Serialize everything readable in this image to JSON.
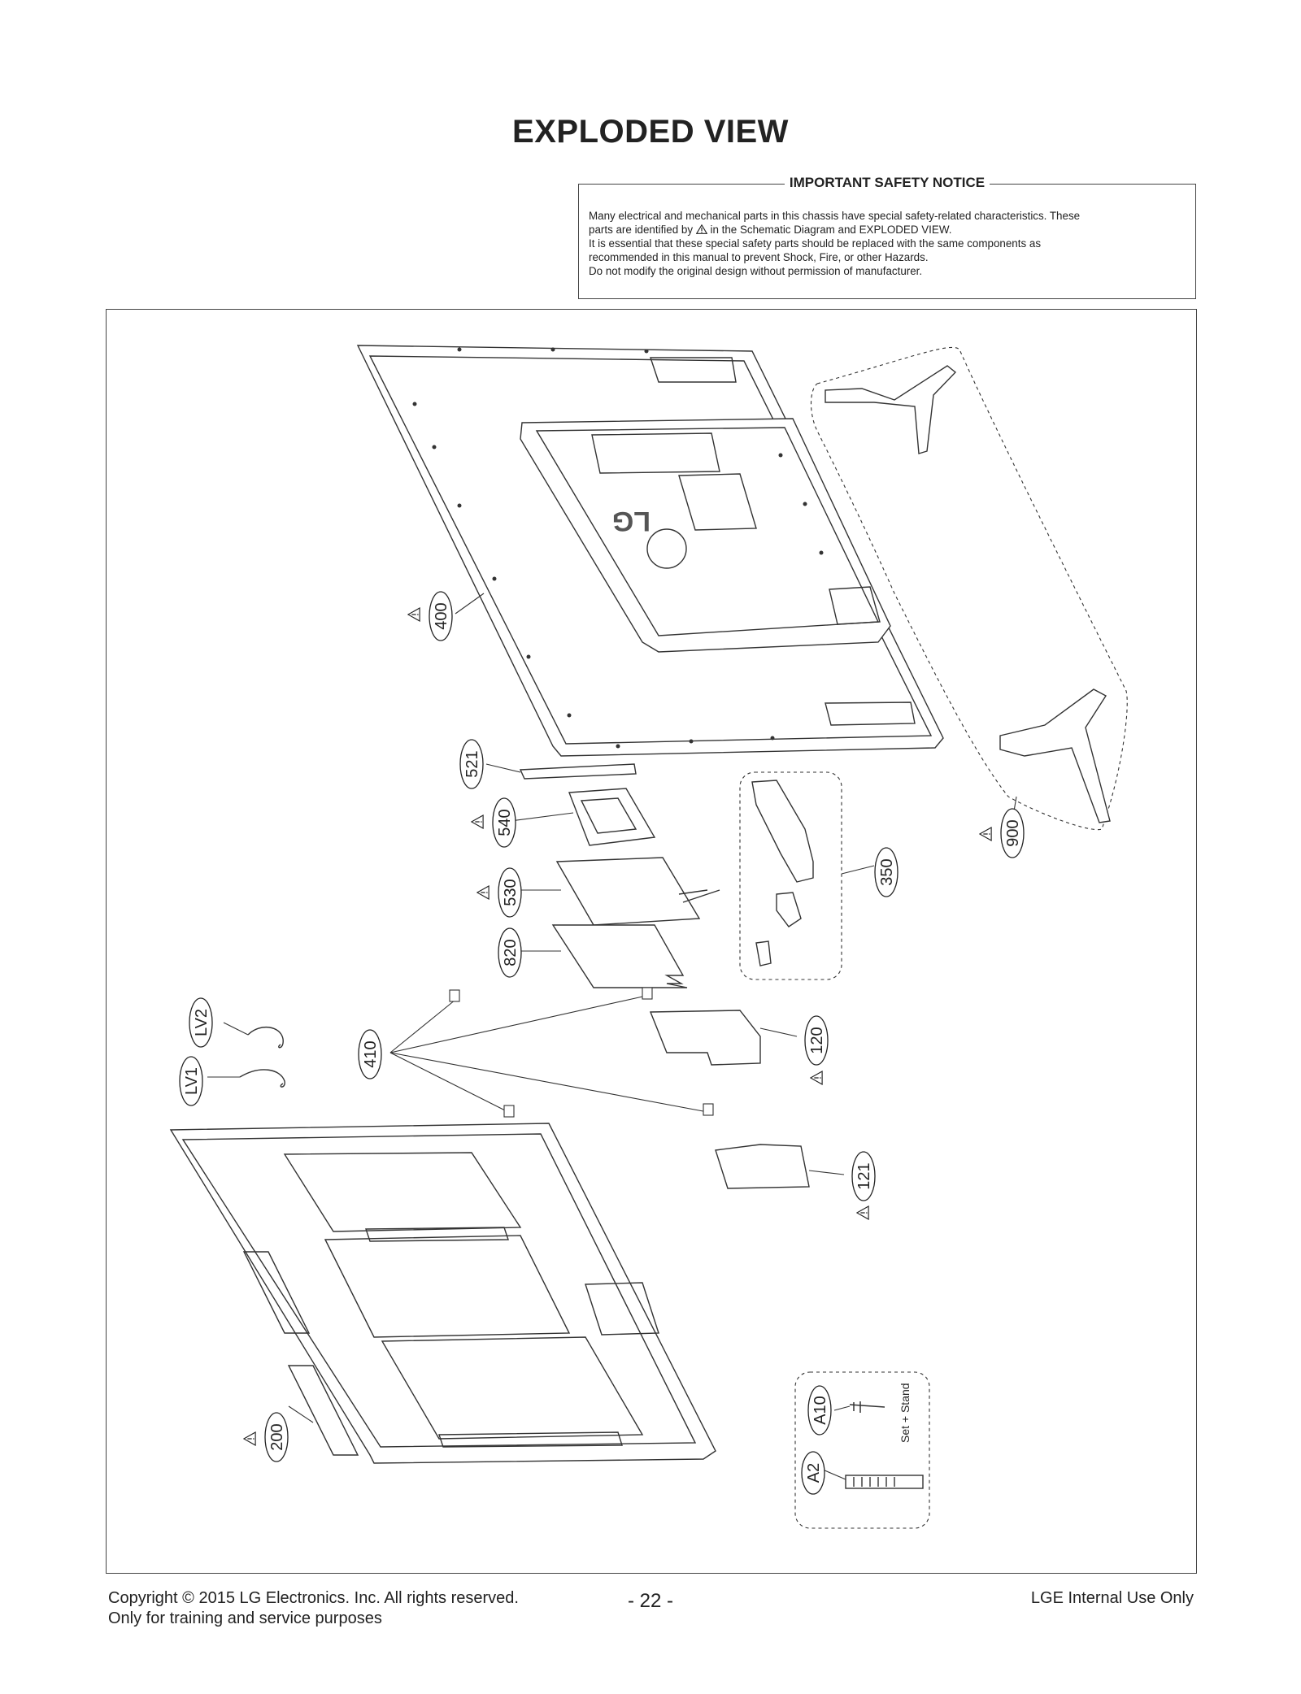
{
  "page": {
    "title": "EXPLODED VIEW"
  },
  "notice": {
    "title": "IMPORTANT SAFETY NOTICE",
    "line1": "Many electrical and mechanical parts in this chassis have special safety-related characteristics. These",
    "line2_pre": "parts are identified by",
    "line2_post": "in the Schematic Diagram and EXPLODED VIEW.",
    "line3": "It is essential that these special safety parts should be replaced with the same components as",
    "line4": "recommended in this manual to prevent Shock, Fire, or other Hazards.",
    "line5": "Do not modify the original design without permission of manufacturer."
  },
  "callouts": {
    "c400": "400",
    "c521": "521",
    "c540": "540",
    "c530": "530",
    "c820": "820",
    "c350": "350",
    "c900": "900",
    "c410": "410",
    "c120": "120",
    "c121": "121",
    "cLV2": "LV2",
    "cLV1": "LV1",
    "c200": "200",
    "cA10": "A10",
    "cA2": "A2"
  },
  "accessory_box": {
    "label": "Set + Stand"
  },
  "logo_text": "LG",
  "footer": {
    "copyright": "Copyright  © 2015 LG Electronics. Inc. All rights reserved.",
    "purpose": "Only for training and service purposes",
    "page_number": "- 22 -",
    "internal": "LGE Internal Use Only"
  }
}
